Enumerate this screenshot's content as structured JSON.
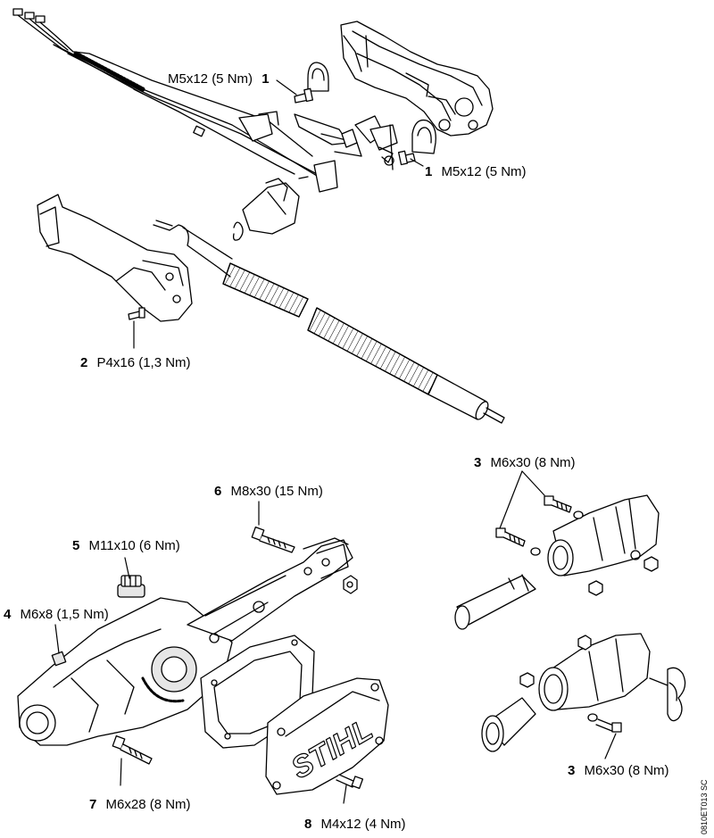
{
  "callouts": [
    {
      "num": "1",
      "spec": "M5x12 (5 Nm)",
      "order": "spec-first"
    },
    {
      "num": "1",
      "spec": "M5x12 (5 Nm)",
      "order": "num-first"
    },
    {
      "num": "2",
      "spec": "P4x16 (1,3 Nm)",
      "order": "num-first"
    },
    {
      "num": "3",
      "spec": "M6x30 (8 Nm)",
      "order": "num-first"
    },
    {
      "num": "6",
      "spec": "M8x30 (15 Nm)",
      "order": "num-first"
    },
    {
      "num": "5",
      "spec": "M11x10 (6 Nm)",
      "order": "num-first"
    },
    {
      "num": "4",
      "spec": "M6x8 (1,5 Nm)",
      "order": "num-first"
    },
    {
      "num": "7",
      "spec": "M6x28 (8 Nm)",
      "order": "num-first"
    },
    {
      "num": "8",
      "spec": "M4x12 (4 Nm)",
      "order": "num-first"
    },
    {
      "num": "3",
      "spec": "M6x30 (8 Nm)",
      "order": "num-first"
    }
  ],
  "cover_logo": "STIHL",
  "doc_ref": "0810ET013 SC",
  "colors": {
    "line": "#000000",
    "shade": "#e6e6e6",
    "background": "#ffffff"
  }
}
